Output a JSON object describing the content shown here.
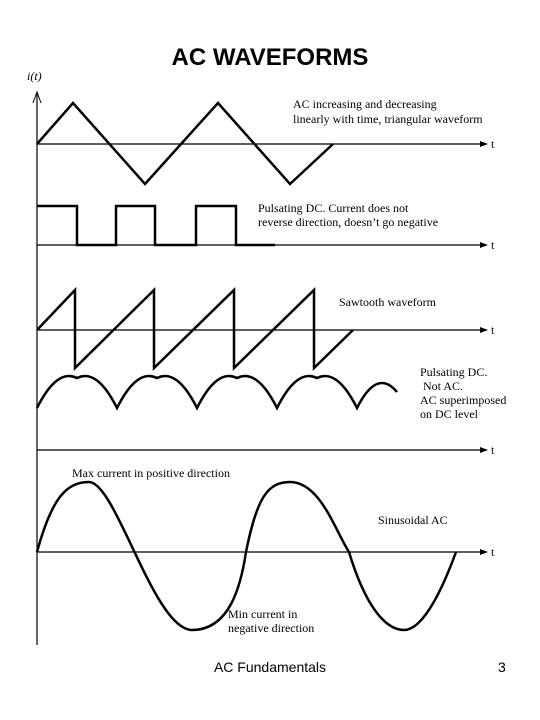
{
  "title": "AC WAVEFORMS",
  "axis": {
    "y_label": "i(t)",
    "time_label": "t"
  },
  "waveforms": {
    "triangular": {
      "caption_lines": [
        "AC increasing and decreasing",
        "linearly with time, triangular waveform"
      ]
    },
    "pulsating_dc": {
      "caption_lines": [
        "Pulsating DC. Current does not",
        "reverse direction, doesn’t go negative"
      ]
    },
    "sawtooth": {
      "caption_lines": [
        "Sawtooth waveform"
      ]
    },
    "ac_on_dc": {
      "caption_lines": [
        "Pulsating DC.",
        " Not AC.",
        "AC superimposed",
        "on DC level"
      ]
    },
    "sinusoidal": {
      "caption_lines": [
        "Sinusoidal AC"
      ],
      "max_lines": [
        "Max current in positive direction"
      ],
      "min_lines": [
        "Min current in",
        "negative direction"
      ]
    }
  },
  "footer": {
    "label": "AC Fundamentals",
    "page_number": "3"
  }
}
